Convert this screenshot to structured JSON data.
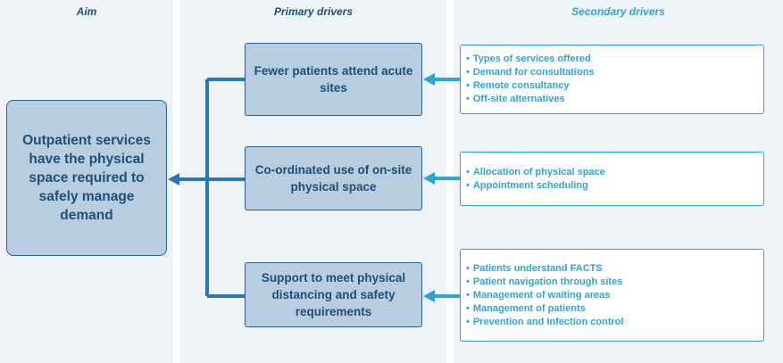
{
  "headers": {
    "aim": "Aim",
    "primary": "Primary drivers",
    "secondary": "Secondary drivers"
  },
  "aim": {
    "text": "Outpatient services have the physical space required to safely manage demand"
  },
  "primary_drivers": [
    {
      "text": "Fewer patients attend acute sites"
    },
    {
      "text": "Co-ordinated use of on-site physical space"
    },
    {
      "text": "Support to meet physical distancing and safety requirements"
    }
  ],
  "secondary_drivers": [
    {
      "items": [
        "Types of services offered",
        "Demand for consultations",
        "Remote consultancy",
        "Off-site alternatives"
      ]
    },
    {
      "items": [
        "Allocation of physical space",
        "Appointment scheduling"
      ]
    },
    {
      "items": [
        "Patients understand FACTS",
        "Patient navigation through sites",
        "Management of waiting areas",
        "Management of patients",
        "Prevention and Infection control"
      ]
    }
  ],
  "colors": {
    "dark_blue": "#1f4e79",
    "connector_dark": "#2e75b6",
    "light_blue": "#2ea3d6",
    "box_fill": "#b8cde0",
    "column_bg": "#eef3f8"
  }
}
